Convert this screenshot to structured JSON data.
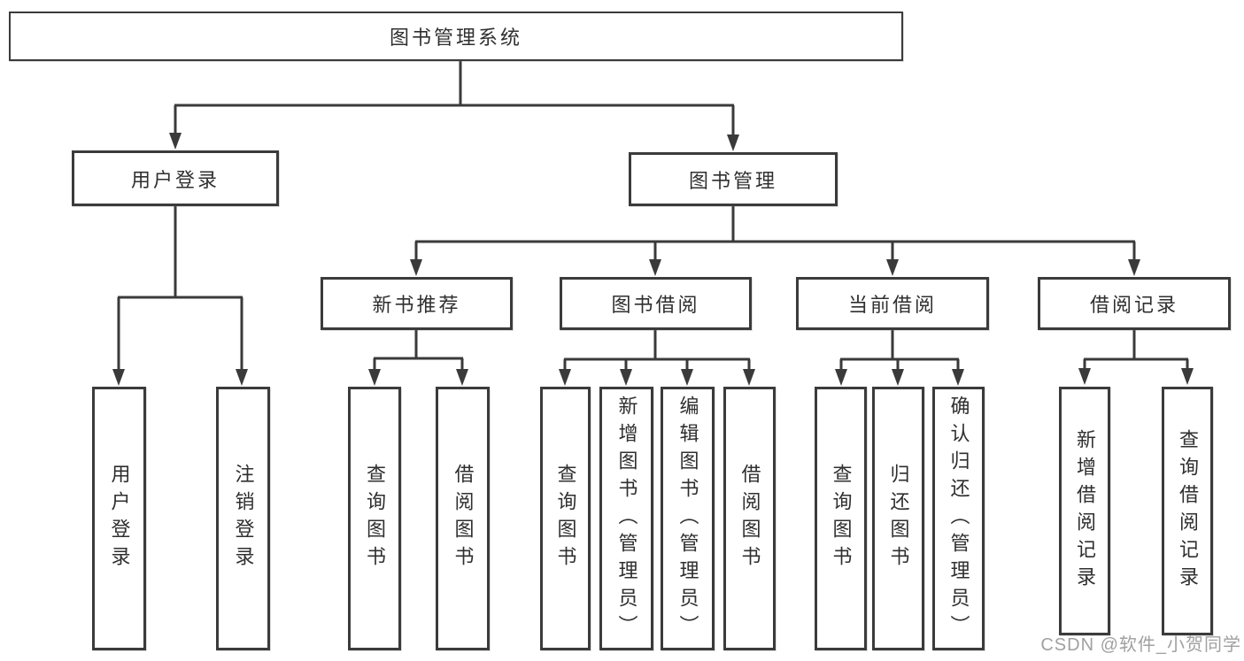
{
  "colors": {
    "bg": "#ffffff",
    "line": "#3a3a3a",
    "border": "#3b3b3b",
    "text": "#2f2f2f",
    "watermark": "#a0a0a0"
  },
  "tree": {
    "label": "图书管理系统",
    "children": [
      {
        "label": "用户登录",
        "children": [
          {
            "label": "用户登录"
          },
          {
            "label": "注销登录"
          }
        ]
      },
      {
        "label": "图书管理",
        "children": [
          {
            "label": "新书推荐",
            "children": [
              {
                "label": "查询图书"
              },
              {
                "label": "借阅图书"
              }
            ]
          },
          {
            "label": "图书借阅",
            "children": [
              {
                "label": "查询图书"
              },
              {
                "label": "新增图书（管理员）"
              },
              {
                "label": "编辑图书（管理员）"
              },
              {
                "label": "借阅图书"
              }
            ]
          },
          {
            "label": "当前借阅",
            "children": [
              {
                "label": "查询图书"
              },
              {
                "label": "归还图书"
              },
              {
                "label": "确认归还（管理员）"
              }
            ]
          },
          {
            "label": "借阅记录",
            "children": [
              {
                "label": "新增借阅记录"
              },
              {
                "label": "查询借阅记录"
              }
            ]
          }
        ]
      }
    ]
  },
  "watermark": {
    "text": "CSDN @软件_小贺同学"
  }
}
